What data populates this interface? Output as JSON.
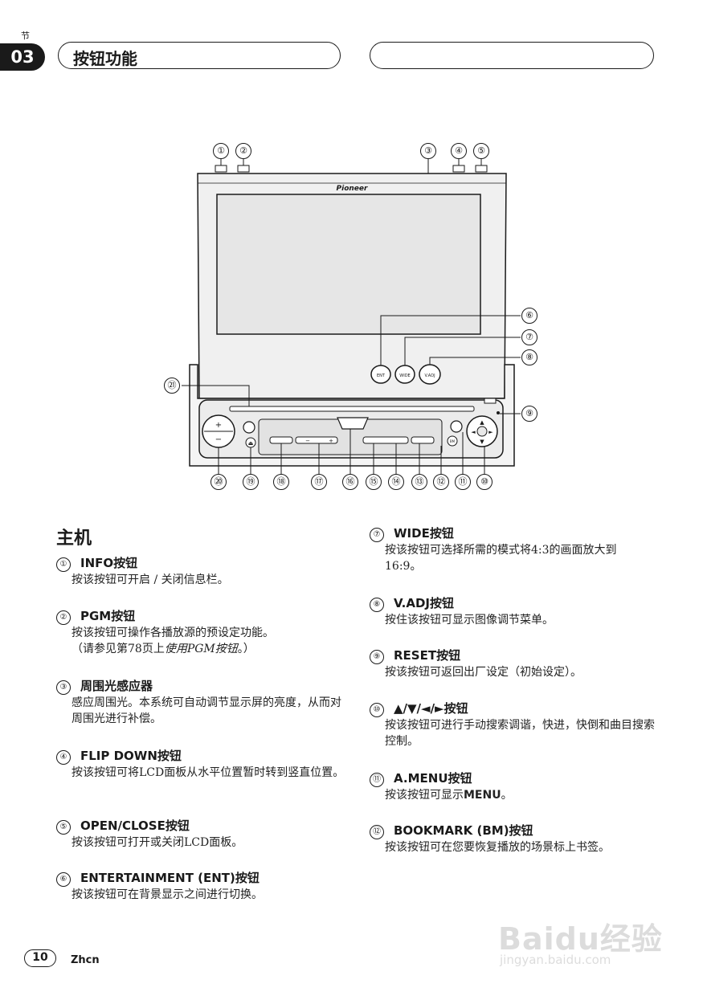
{
  "header": {
    "section_label": "节",
    "section_number": "03",
    "title": "按钮功能"
  },
  "figure": {
    "brand": "Pioneer",
    "callouts_top": [
      "①",
      "②",
      "③",
      "④",
      "⑤"
    ],
    "callouts_right": [
      "⑥",
      "⑦",
      "⑧",
      "⑨"
    ],
    "callout_left": "㉑",
    "callouts_bottom": [
      "⑳",
      "⑲",
      "⑱",
      "⑰",
      "⑯",
      "⑮",
      "⑭",
      "⑬",
      "⑫",
      "⑪",
      "⑩"
    ],
    "button_ent": "ENT",
    "button_wide": "WIDE",
    "button_vadj": "V.ADJ",
    "button_bm": "BM"
  },
  "main_heading": "主机",
  "items_left": [
    {
      "num": "①",
      "title": "INFO按钮",
      "desc": "按该按钮可开启 / 关闭信息栏。"
    },
    {
      "num": "②",
      "title": "PGM按钮",
      "desc": "按该按钮可操作各播放源的预设定功能。",
      "desc2_pre": "（请参见第78页上",
      "desc2_em": "使用PGM按钮",
      "desc2_post": "。）"
    },
    {
      "num": "③",
      "title": "周围光感应器",
      "desc": "感应周围光。本系统可自动调节显示屏的亮度，从而对周围光进行补偿。"
    },
    {
      "num": "④",
      "title": "FLIP DOWN按钮",
      "desc": "按该按钮可将LCD面板从水平位置暂时转到竖直位置。"
    },
    {
      "num": "⑤",
      "title": "OPEN/CLOSE按钮",
      "desc": "按该按钮可打开或关闭LCD面板。"
    },
    {
      "num": "⑥",
      "title": "ENTERTAINMENT (ENT)按钮",
      "desc": "按该按钮可在背景显示之间进行切换。"
    }
  ],
  "items_right": [
    {
      "num": "⑦",
      "title": "WIDE按钮",
      "desc": "按该按钮可选择所需的模式将4:3的画面放大到16:9。"
    },
    {
      "num": "⑧",
      "title": "V.ADJ按钮",
      "desc": "按住该按钮可显示图像调节菜单。"
    },
    {
      "num": "⑨",
      "title": "RESET按钮",
      "desc": "按该按钮可返回出厂设定（初始设定）。"
    },
    {
      "num": "⑩",
      "title": "▲/▼/◄/►按钮",
      "desc": "按该按钮可进行手动搜索调谐，快进，快倒和曲目搜索控制。"
    },
    {
      "num": "⑪",
      "title": "A.MENU按钮",
      "desc": "按该按钮可显示",
      "desc_bold": "MENU",
      "desc_post": "。"
    },
    {
      "num": "⑫",
      "title": "BOOKMARK (BM)按钮",
      "desc": "按该按钮可在您要恢复播放的场景标上书签。"
    }
  ],
  "footer": {
    "page_number": "10",
    "language": "Zhcn"
  },
  "watermark": {
    "main": "Baidu经验",
    "sub": "jingyan.baidu.com"
  }
}
